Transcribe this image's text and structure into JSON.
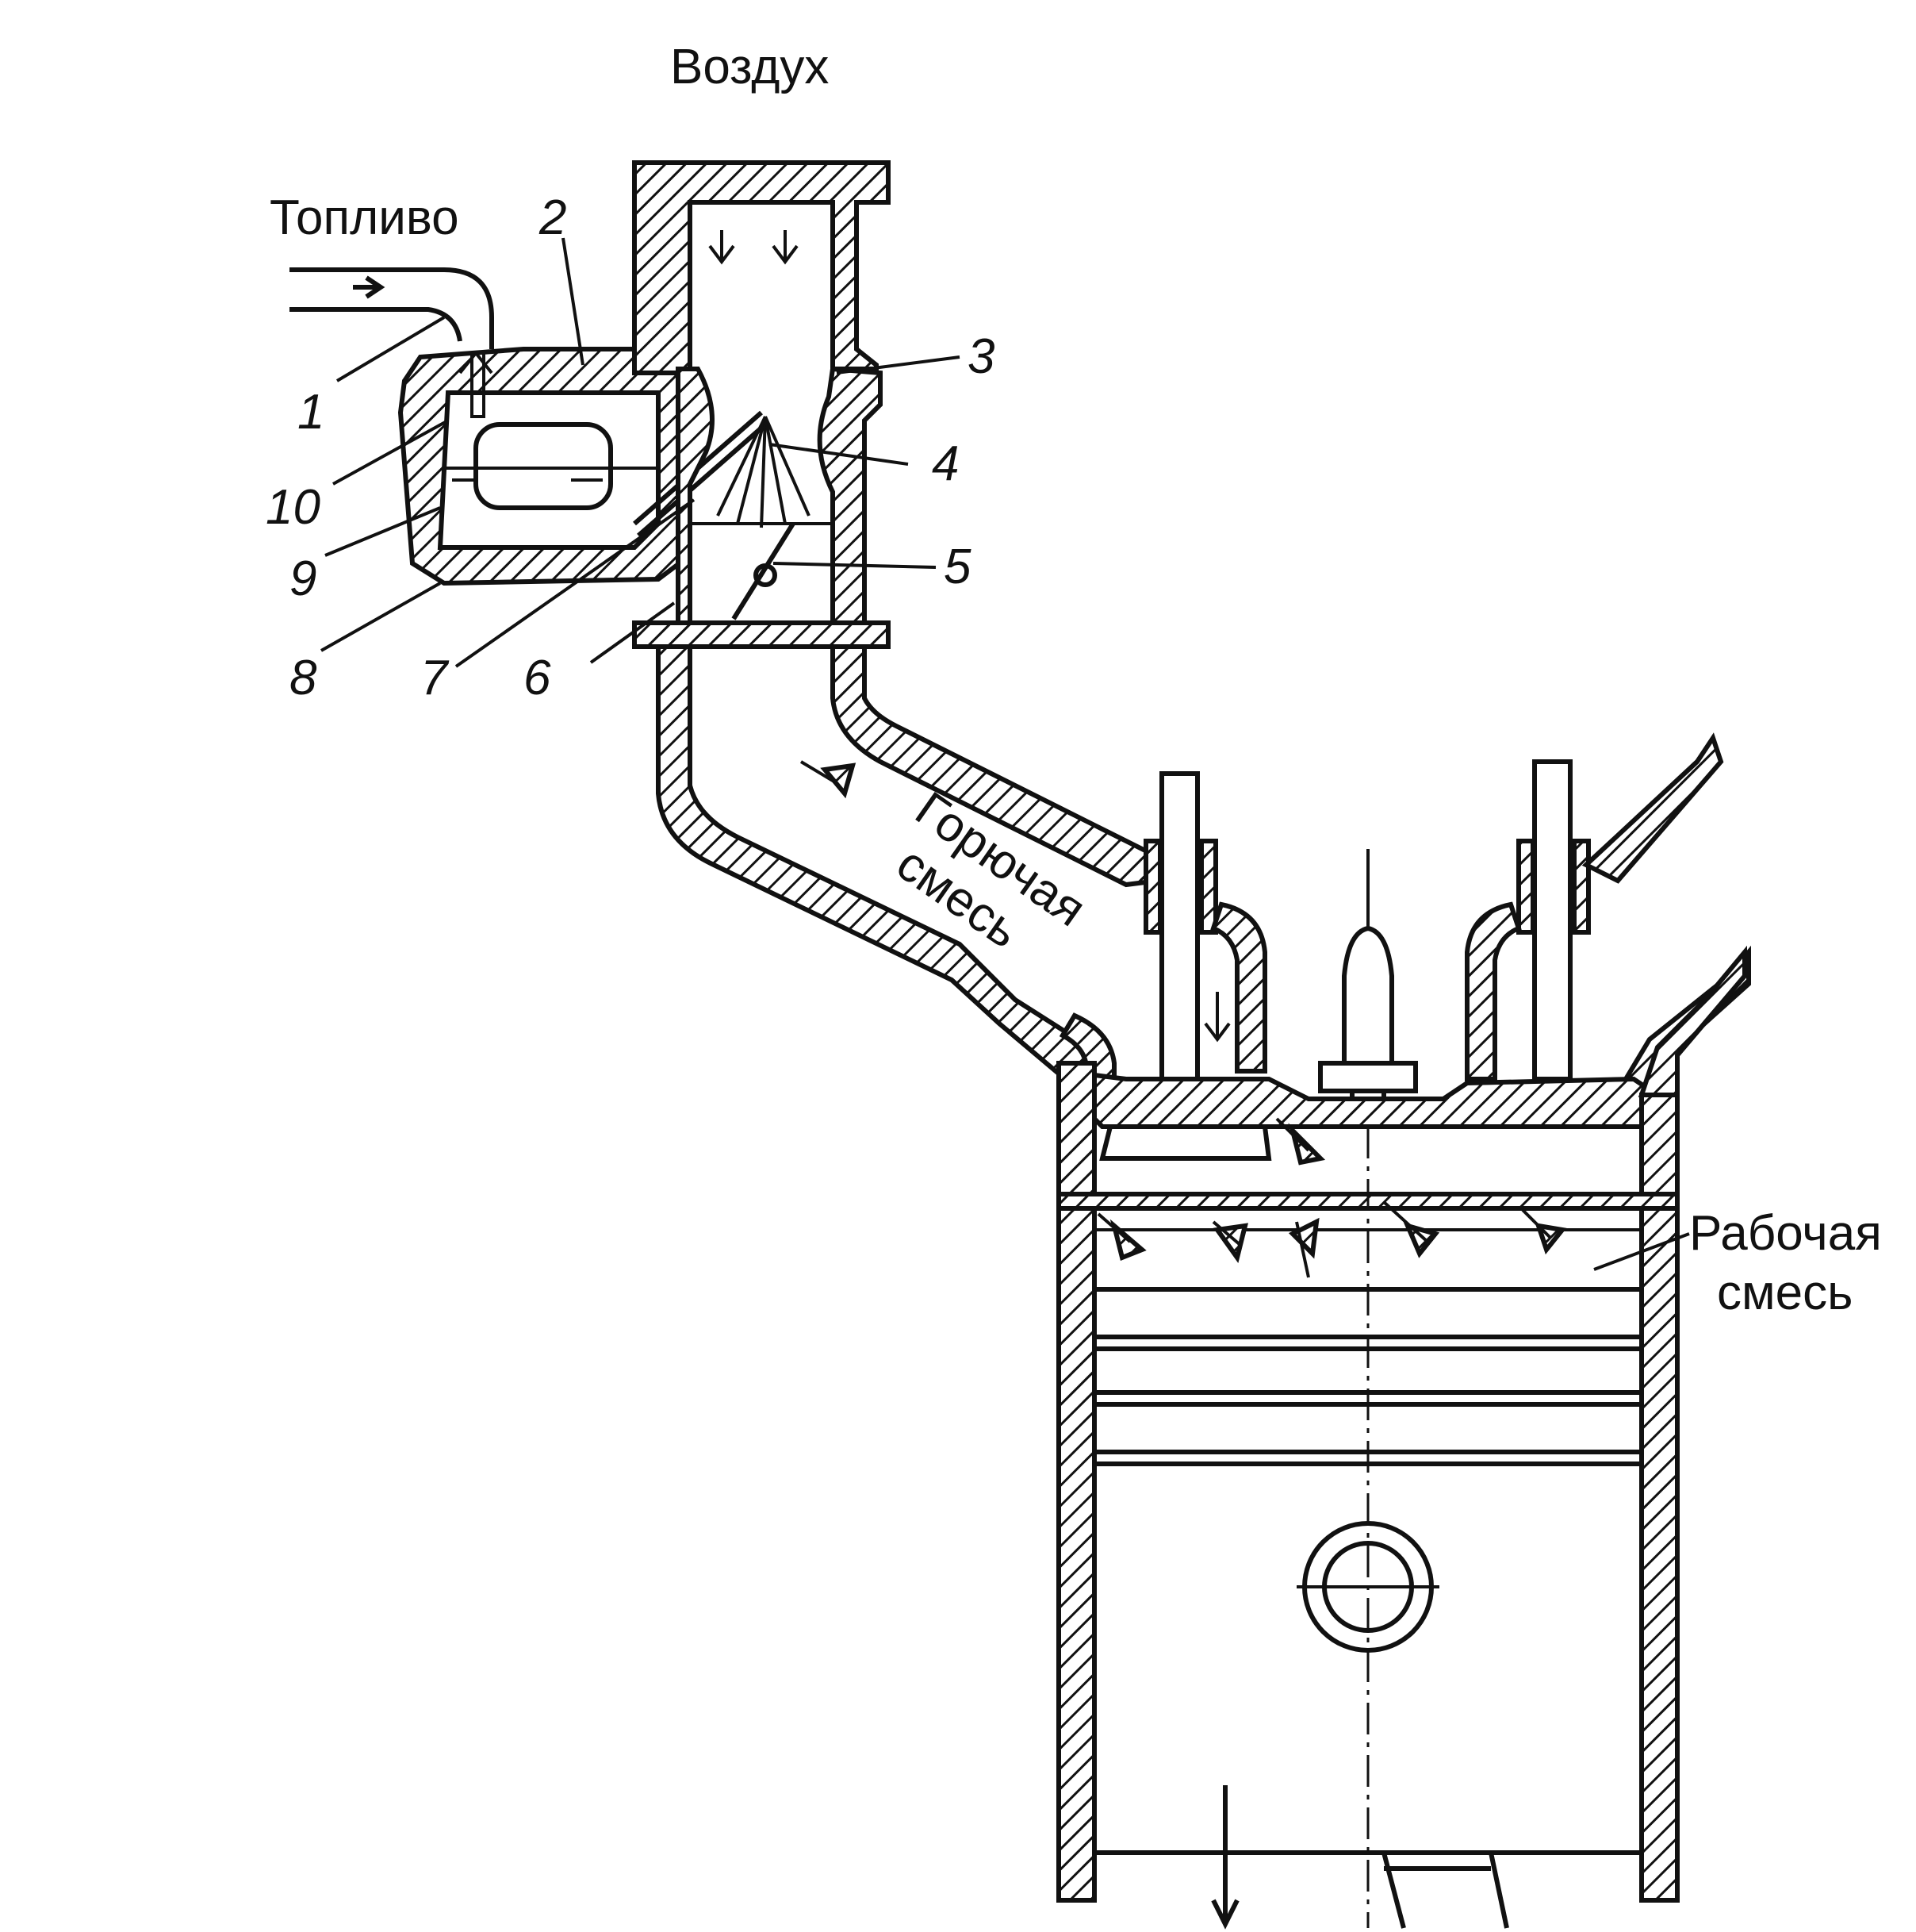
{
  "flows": {
    "air": "Воздух",
    "fuel": "Топливо",
    "combustible_mix_line1": "Горючая",
    "combustible_mix_line2": "смесь",
    "working_mix_line1": "Рабочая",
    "working_mix_line2": "смесь"
  },
  "callouts": [
    "1",
    "2",
    "3",
    "4",
    "5",
    "6",
    "7",
    "8",
    "9",
    "10"
  ]
}
